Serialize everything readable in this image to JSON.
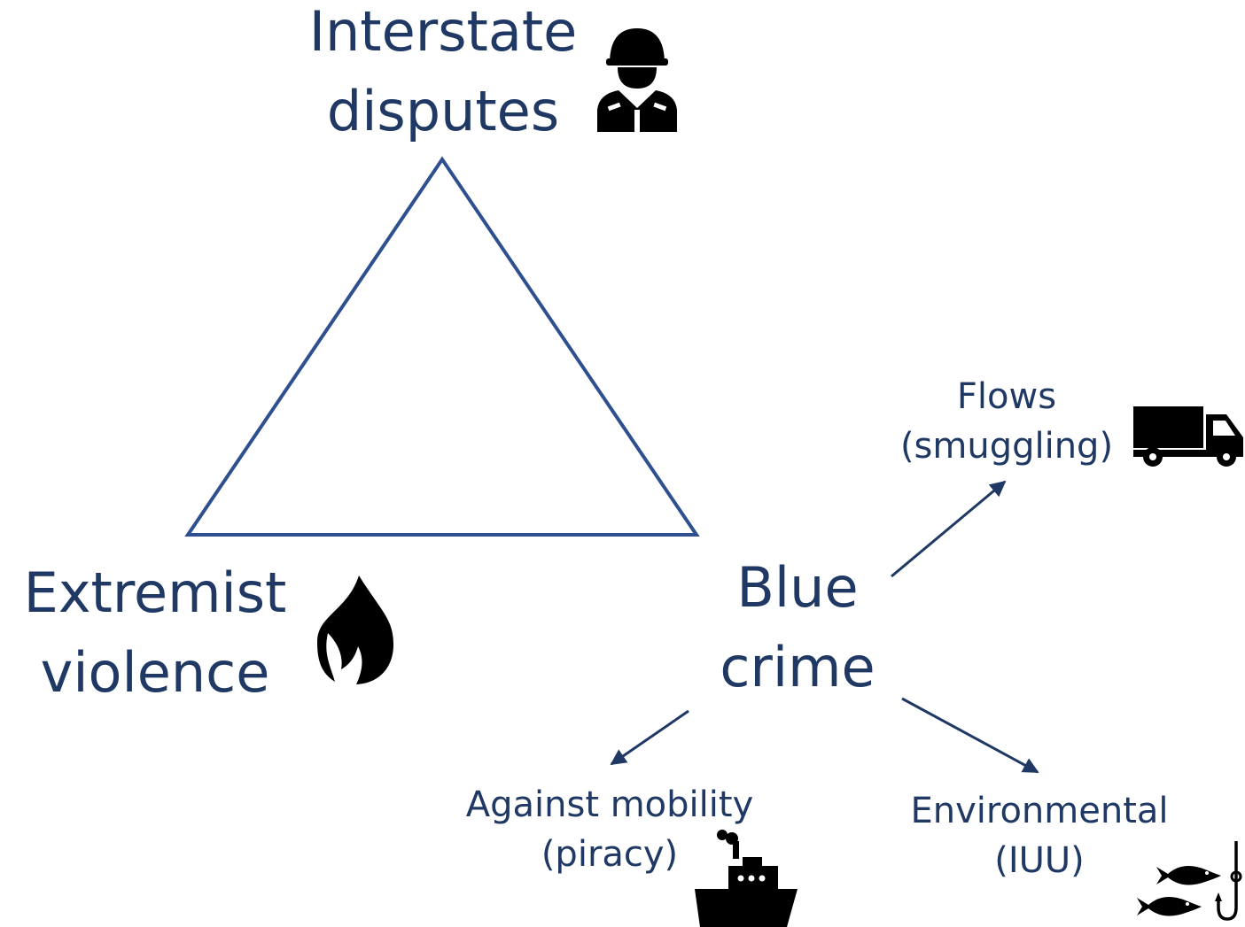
{
  "colors": {
    "text": "#1f3864",
    "triangle_stroke": "#2e5090",
    "arrow": "#1f3864",
    "icon": "#000000"
  },
  "nodes": {
    "interstate": {
      "line1": "Interstate",
      "line2": "disputes",
      "icon": "soldier-icon"
    },
    "extremist": {
      "line1": "Extremist",
      "line2": "violence",
      "icon": "fire-icon"
    },
    "blue_crime": {
      "line1": "Blue",
      "line2": "crime"
    },
    "flows": {
      "line1": "Flows",
      "line2": "(smuggling)",
      "icon": "truck-icon"
    },
    "mobility": {
      "line1": "Against mobility",
      "line2": "(piracy)",
      "icon": "ship-icon"
    },
    "environmental": {
      "line1": "Environmental",
      "line2": "(IUU)",
      "icon": "fish-hook-icon"
    }
  }
}
